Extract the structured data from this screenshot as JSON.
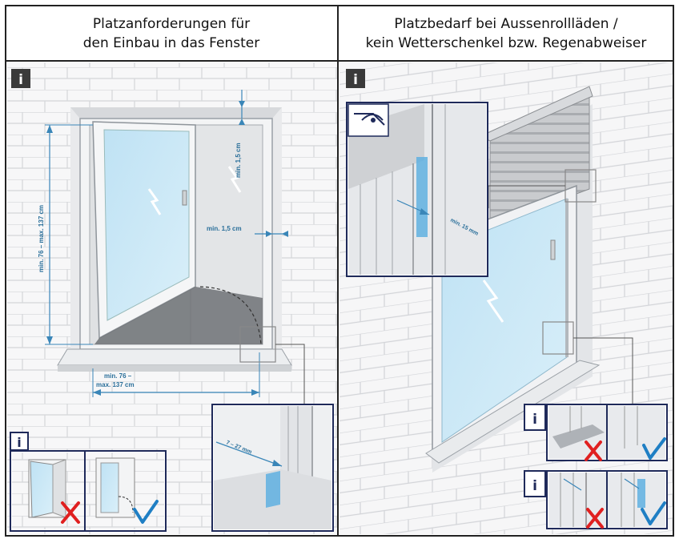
{
  "left_panel": {
    "header_line1": "Platzanforderungen für",
    "header_line2": "den Einbau in das Fenster",
    "info_glyph": "i",
    "dims": {
      "height": "min. 76 – max. 137 cm",
      "top_gap": "min. 1,5 cm",
      "side_gap": "min. 1,5 cm",
      "width_line1": "min. 76 –",
      "width_line2": "max. 137 cm",
      "sill_gap": "7 – 27 mm"
    }
  },
  "right_panel": {
    "header_line1": "Platzbedarf bei Aussenrollläden /",
    "header_line2": "kein Wetterschenkel bzw. Regenabweiser",
    "info_glyph": "i",
    "dims": {
      "frame_gap": "min. 15 mm"
    }
  },
  "colors": {
    "accent_blue": "#3a86b8",
    "glass": "#c8e6f5",
    "cross_red": "#e02020",
    "check_blue": "#1f7fc4",
    "info_badge": "#3a3a3a"
  }
}
